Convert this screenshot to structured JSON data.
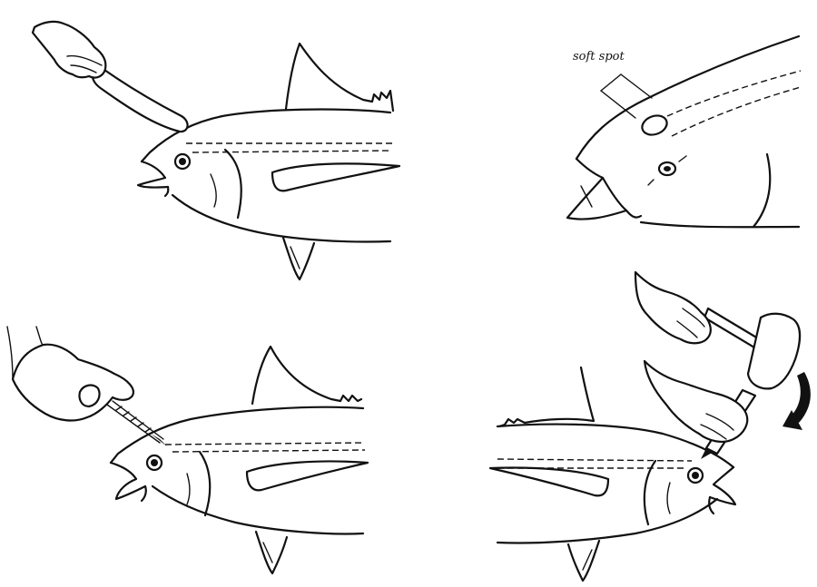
{
  "labels": {
    "soft_spot": "soft spot"
  },
  "panels": [
    {
      "id": "stun-club"
    },
    {
      "id": "soft-spot-detail"
    },
    {
      "id": "spike-insertion"
    },
    {
      "id": "hammer-spike"
    }
  ]
}
